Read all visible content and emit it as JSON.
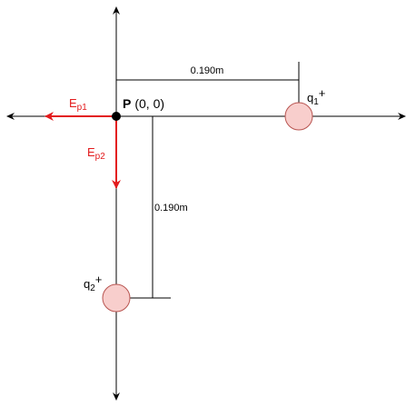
{
  "colors": {
    "axis": "#000000",
    "vector": "#e31a1c",
    "charge_fill": "#f8cecc",
    "charge_stroke": "#b85450",
    "point": "#000000"
  },
  "point": {
    "name": "P",
    "coords": "(0, 0)"
  },
  "charges": {
    "q1": {
      "base": "q",
      "index": "1",
      "sign": "+"
    },
    "q2": {
      "base": "q",
      "index": "2",
      "sign": "+"
    }
  },
  "vectors": {
    "ep1": {
      "base": "E",
      "sub": "p1"
    },
    "ep2": {
      "base": "E",
      "sub": "p2"
    }
  },
  "dimensions": {
    "horizontal": "0.190m",
    "vertical": "0.190m"
  }
}
